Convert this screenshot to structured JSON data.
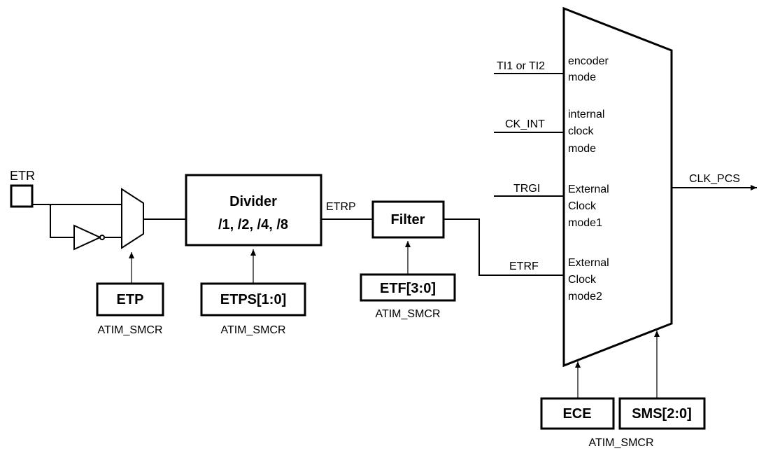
{
  "input": {
    "etr": "ETR"
  },
  "blocks": {
    "etp": "ETP",
    "divider_line1": "Divider",
    "divider_line2": "/1, /2, /4, /8",
    "etps": "ETPS[1:0]",
    "filter": "Filter",
    "etf": "ETF[3:0]",
    "ece": "ECE",
    "sms": "SMS[2:0]"
  },
  "registers": {
    "etp_reg": "ATIM_SMCR",
    "etps_reg": "ATIM_SMCR",
    "etf_reg": "ATIM_SMCR",
    "ece_sms_reg": "ATIM_SMCR"
  },
  "signals": {
    "etrp": "ETRP",
    "etrf": "ETRF",
    "ti1_or_ti2": "TI1 or TI2",
    "ck_int": "CK_INT",
    "trgi": "TRGI",
    "clk_pcs": "CLK_PCS"
  },
  "mux_modes": {
    "encoder": [
      "encoder",
      "mode"
    ],
    "internal": [
      "internal",
      "clock",
      "mode"
    ],
    "ext1": [
      "External",
      "Clock",
      "mode1"
    ],
    "ext2": [
      "External",
      "Clock",
      "mode2"
    ]
  }
}
